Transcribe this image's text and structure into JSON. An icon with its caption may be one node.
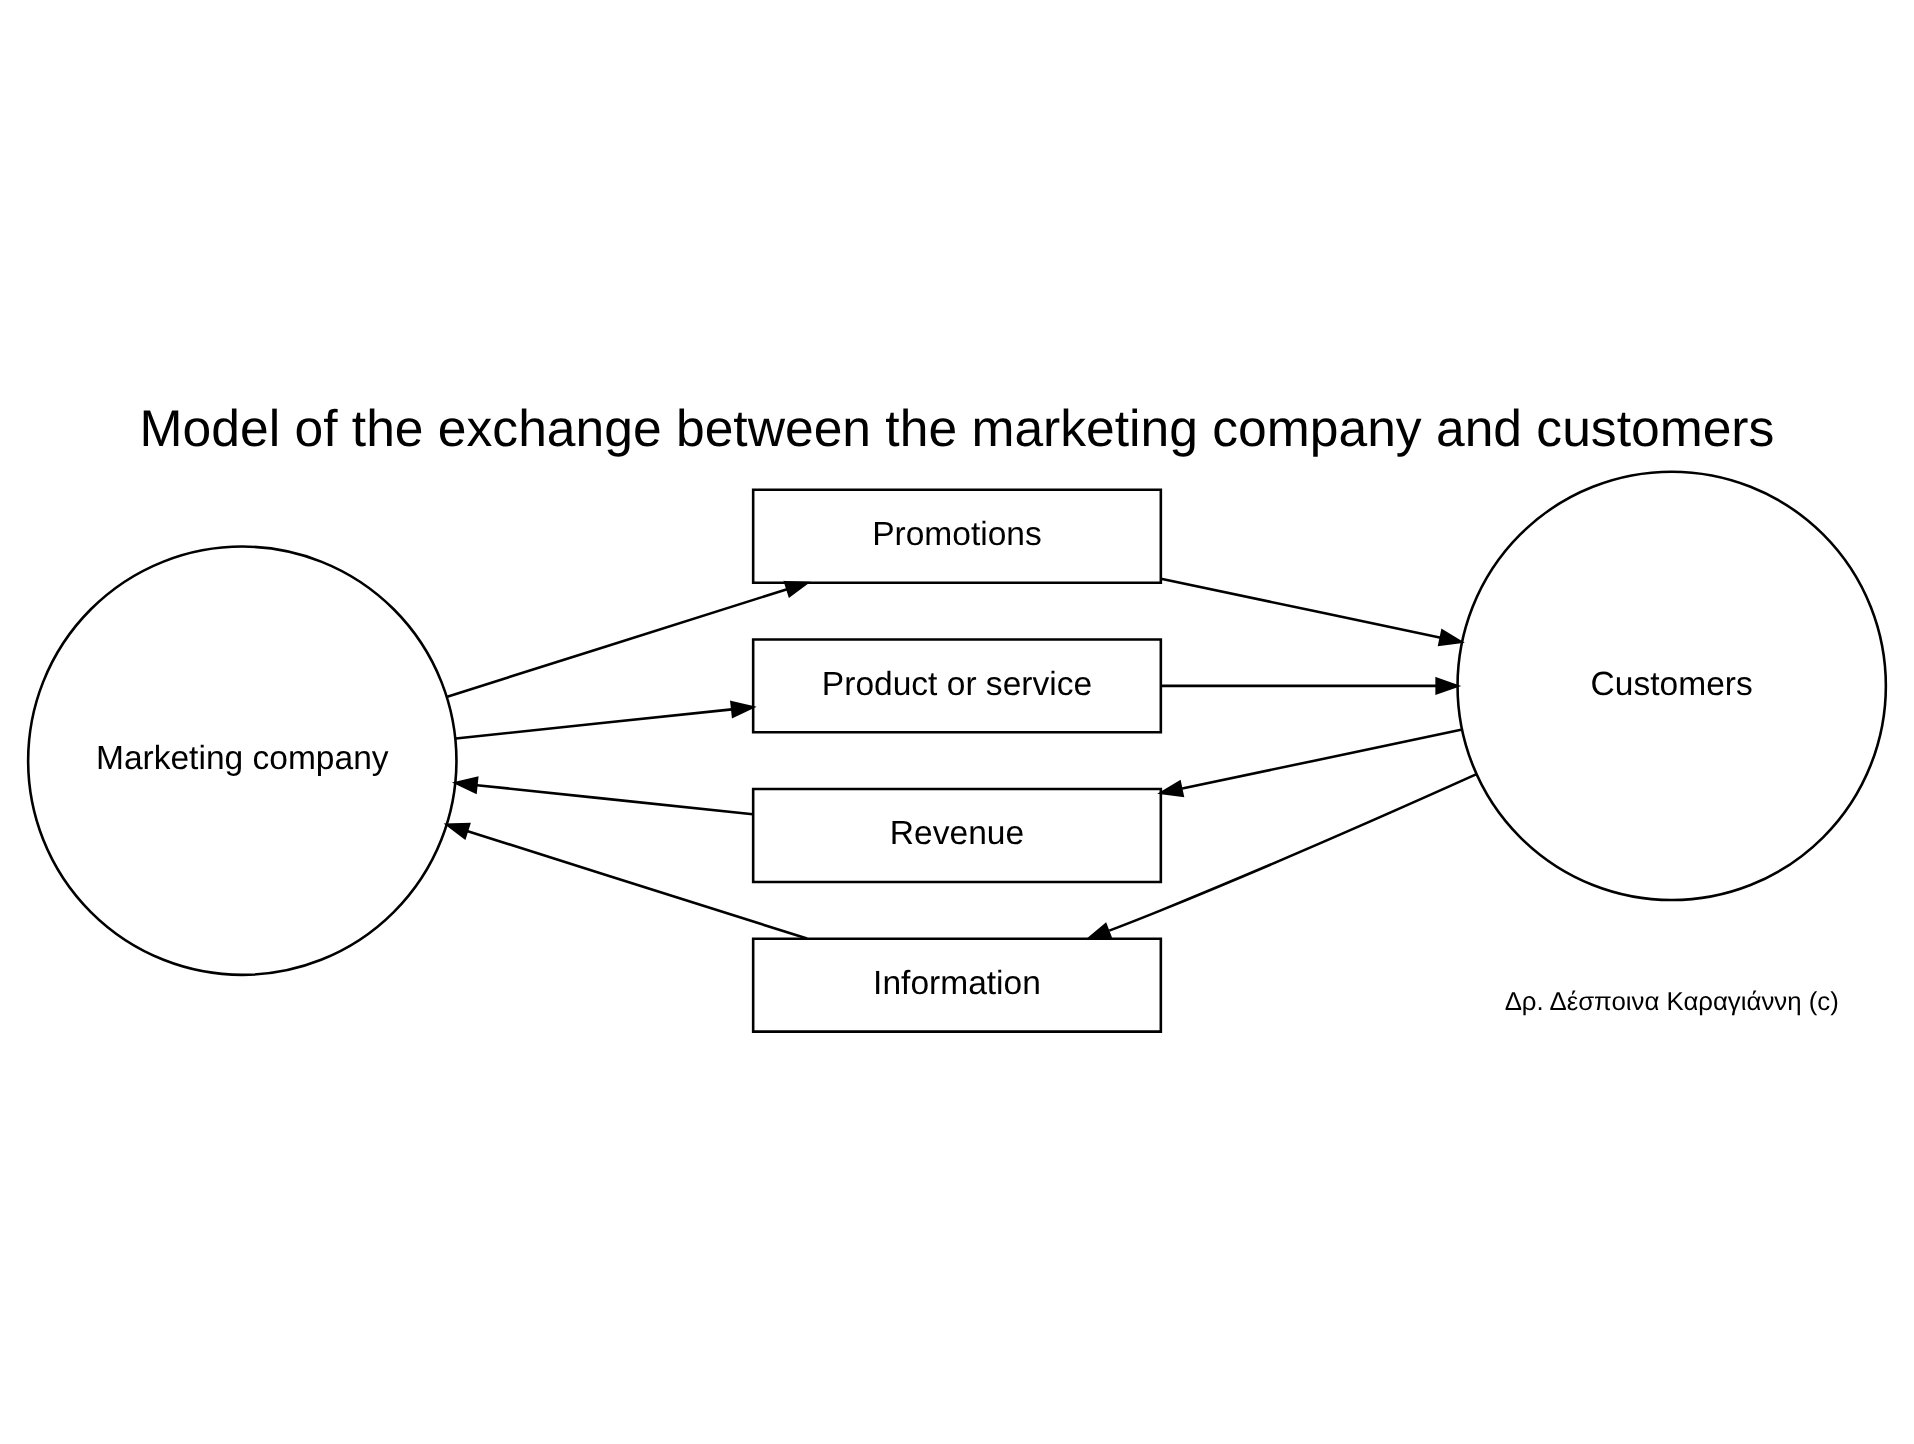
{
  "diagram": {
    "title": "Model of the exchange between the marketing company and customers",
    "nodes": [
      {
        "text": [
          "Marketing company"
        ]
      },
      {
        "text": [
          "Promotions"
        ]
      },
      {
        "text": [
          "Product or service"
        ]
      },
      {
        "text": [
          "Customers"
        ]
      },
      {
        "text": [
          "Revenue"
        ]
      },
      {
        "text": [
          "Information"
        ]
      }
    ],
    "edges": [
      {
        "from": 0,
        "to": 1,
        "arrow": "to"
      },
      {
        "from": 0,
        "to": 2,
        "arrow": "to"
      },
      {
        "from": 1,
        "to": 3,
        "arrow": "to"
      },
      {
        "from": 2,
        "to": 3,
        "arrow": "to"
      },
      {
        "from": 3,
        "to": 4,
        "arrow": "to"
      },
      {
        "from": 3,
        "to": 5,
        "arrow": "to"
      },
      {
        "from": 4,
        "to": 0,
        "arrow": "to"
      },
      {
        "from": 5,
        "to": 0,
        "arrow": "to"
      }
    ],
    "labels": [
      "Δρ. Δέσποινα Καραγιάννη (c)"
    ]
  }
}
